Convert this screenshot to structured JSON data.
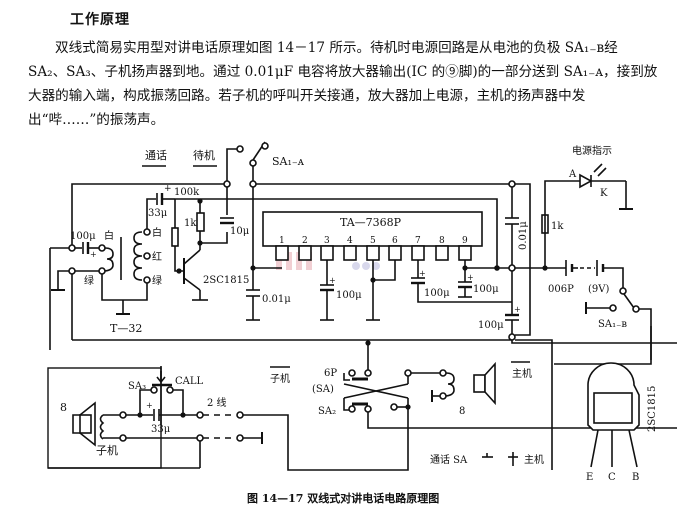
{
  "heading": "工作原理",
  "paragraph": "双线式简易实用型对讲电话原理如图 14－17 所示。待机时电源回路是从电池的负极 SA₁₋ʙ经 SA₂、SA₃、子机扬声器到地。通过 0.01μF 电容将放大器输出(IC 的⑨脚)的一部分送到 SA₁₋ᴀ，接到放大器的输入端，构成振荡回路。若子机的呼叫开关接通，放大器加上电源，主机的扬声器中发出“哔……”的振荡声。",
  "figure": {
    "caption": "图 14—17   双线式对讲电话电路原理图",
    "labels": {
      "talk": "通话",
      "standby": "待机",
      "sa1a": "SA₁₋ᴀ",
      "sa1b": "SA₁₋ʙ",
      "cap_100u_in": "100μ",
      "white1": "白",
      "green1": "绿",
      "white2": "白",
      "red": "红",
      "green2": "绿",
      "transformer": "T—32",
      "cap_33u_top": "33μ",
      "res_100k": "100k",
      "res_1k_a": "1k",
      "cap_10u": "10μ",
      "transistor": "2SC1815",
      "cap_001_left": "0.01μ",
      "ic": "TA—7368P",
      "pins": [
        "1",
        "2",
        "3",
        "4",
        "5",
        "6",
        "7",
        "8",
        "9"
      ],
      "cap_100u_pin3": "100μ",
      "cap_100u_pin7": "100μ",
      "cap_100u_pin9": "100μ",
      "cap_100u_out": "100μ",
      "cap_001_right": "0.01μ",
      "power_indicator": "电源指示",
      "led_a": "A",
      "led_k": "K",
      "res_1k_b": "1k",
      "battery": "006P",
      "battery_v": "(9V)",
      "speaker_sub_ohm": "8",
      "sub_unit": "子机",
      "sa3": "SA₃",
      "call": "CALL",
      "cap_33u_bottom": "33μ",
      "two_wire": "2 线",
      "sub_unit_arrow": "子机",
      "sw_6p": "6P",
      "sw_sa": "(SA)",
      "sa2": "SA₂",
      "speaker_main_ohm": "8",
      "main_unit": "主机",
      "legend_talk": "通话 SA",
      "legend_main": "主机",
      "pkg_name": "2SC1815",
      "pkg_e": "E",
      "pkg_c": "C",
      "pkg_b": "B"
    },
    "watermark": "21IC.com 电子网"
  }
}
